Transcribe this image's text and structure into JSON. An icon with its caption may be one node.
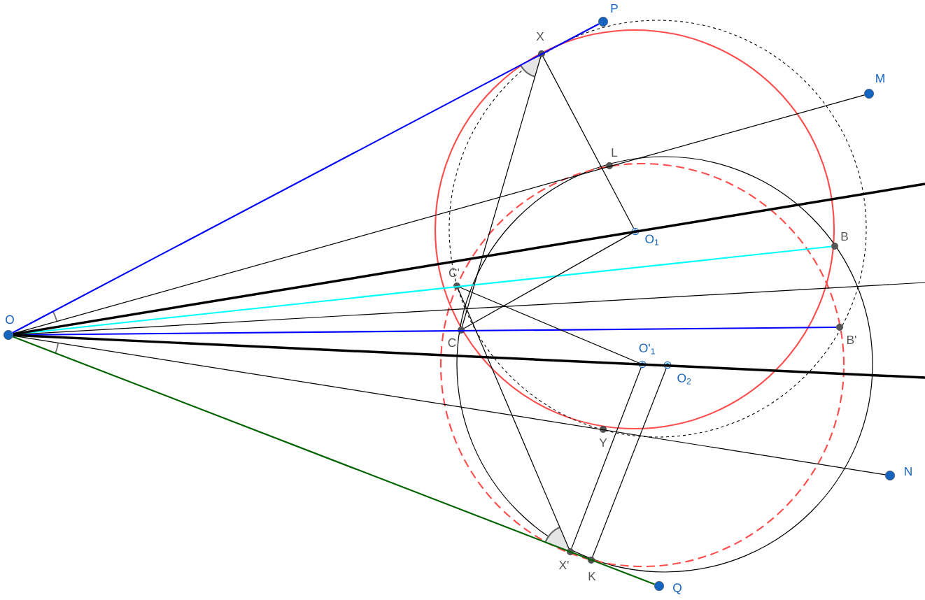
{
  "diagram": {
    "nodes": [
      {
        "text": [
          "O"
        ]
      },
      {
        "text": [
          "P"
        ]
      },
      {
        "text": [
          "X"
        ]
      },
      {
        "text": [
          "M"
        ]
      },
      {
        "text": [
          "L"
        ]
      },
      {
        "text": [
          "O$_{1}$"
        ]
      },
      {
        "text": [
          "B"
        ]
      },
      {
        "text": [
          "C'"
        ]
      },
      {
        "text": [
          "C"
        ]
      },
      {
        "text": [
          "B'"
        ]
      },
      {
        "text": [
          "O'$_{1}$"
        ]
      },
      {
        "text": [
          "O$_{2}$"
        ]
      },
      {
        "text": [
          "Y"
        ]
      },
      {
        "text": [
          "N"
        ]
      },
      {
        "text": [
          "X'"
        ]
      },
      {
        "text": [
          "K"
        ]
      },
      {
        "text": [
          "Q"
        ]
      }
    ],
    "edges": [
      {
        "from": 0,
        "to": 1,
        "arrow": "none",
        "color": "#0000ff"
      },
      {
        "from": 0,
        "to": 3,
        "arrow": "none"
      },
      {
        "from": 0,
        "to": 6,
        "arrow": "none",
        "color": "#00ffff"
      },
      {
        "from": 0,
        "to": 9,
        "arrow": "none",
        "color": "#0000ff"
      },
      {
        "from": 0,
        "to": 13,
        "arrow": "none"
      },
      {
        "from": 0,
        "to": 16,
        "arrow": "none",
        "color": "#006400"
      },
      {
        "from": 0,
        "to": null,
        "arrow": "none",
        "style": "thick"
      },
      {
        "from": 0,
        "to": null,
        "arrow": "none"
      },
      {
        "from": 0,
        "to": null,
        "arrow": "none",
        "style": "thick"
      },
      {
        "from": 2,
        "to": 8,
        "arrow": "none"
      },
      {
        "from": 2,
        "to": 5,
        "arrow": "none"
      },
      {
        "from": 8,
        "to": 5,
        "arrow": "none"
      },
      {
        "from": 7,
        "to": 10,
        "arrow": "none"
      },
      {
        "from": 7,
        "to": 14,
        "arrow": "none"
      },
      {
        "from": 14,
        "to": 10,
        "arrow": "none"
      },
      {
        "from": 15,
        "to": 11,
        "arrow": "none"
      }
    ]
  }
}
